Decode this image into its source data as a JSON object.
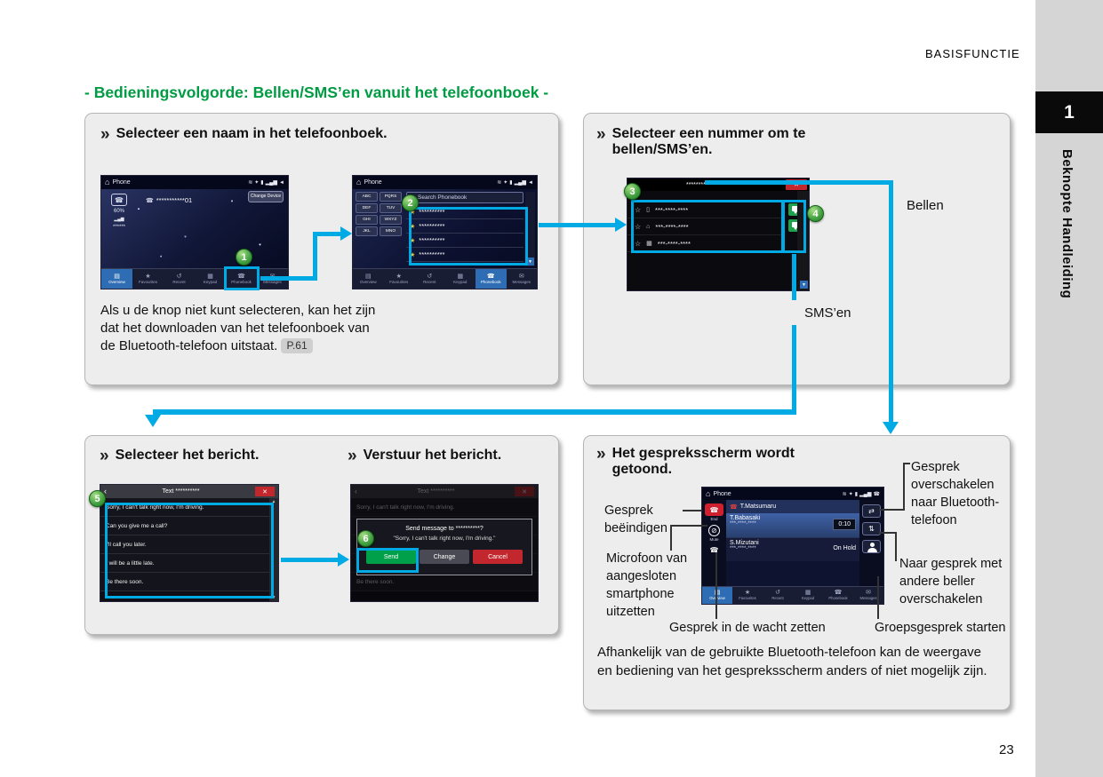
{
  "page": {
    "header_label": "BASISFUNCTIE",
    "title": "- Bedieningsvolgorde: Bellen/SMS’en vanuit het telefoonboek -",
    "page_number": "23"
  },
  "sidebar": {
    "chapter_number": "1",
    "chapter_title": "Beknopte Handleiding"
  },
  "chevron": "»",
  "steps": {
    "s1": "1",
    "s2": "2",
    "s3": "3",
    "s4": "4",
    "s5": "5",
    "s6": "6"
  },
  "colors": {
    "accent_green": "#009C43",
    "arrow_cyan": "#00ABE5",
    "badge_green": "#2E8B2E",
    "panel_gray": "#EDEDED"
  },
  "tabs": {
    "labels": [
      "Overview",
      "Favourites",
      "Recent",
      "Keypad",
      "Phonebook",
      "Messages"
    ]
  },
  "icons": {
    "home": "⌂",
    "wifi": "≋",
    "bluetooth": "✦",
    "battery": "▮",
    "signal": "▂▄▆",
    "volume": "◄",
    "handset": "☎",
    "star": "★",
    "star_outline": "☆",
    "back": "‹",
    "close": "✕",
    "mobile": "▯",
    "house": "⌂",
    "office": "▦",
    "mute": "⊘",
    "transfer": "⇄",
    "swap": "⇅",
    "arrow_down": "▼",
    "arrow_up": "▲",
    "tab_icons": [
      "▤",
      "★",
      "↺",
      "▦",
      "☎",
      "✉"
    ]
  },
  "panel1": {
    "heading": "Selecteer een naam in het telefoonboek.",
    "note": "Als u de knop niet kunt selecteren, kan het zijn dat het downloaden van het telefoonboek van de Bluetooth-telefoon uitstaat.",
    "note_ref": "P.61"
  },
  "screen_overview": {
    "title": "Phone",
    "device_number": "***********01",
    "change_device_button": "Change Device",
    "battery_level": "60%",
    "network_name": "******"
  },
  "screen_phonebook": {
    "title": "Phone",
    "search_placeholder": "Search Phonebook",
    "keys": [
      "ABC",
      "PQRS",
      "DEF",
      "TUV",
      "GHI",
      "WXYZ",
      "JKL",
      "MNO"
    ],
    "entries": [
      "**********",
      "**********",
      "**********",
      "**********"
    ]
  },
  "panel2": {
    "heading": "Selecteer een nummer om te bellen/SMS’en.",
    "call_label": "Bellen",
    "sms_label": "SMS’en"
  },
  "screen_contact": {
    "title": "*********",
    "numbers": [
      "***-****-****",
      "***-****-****",
      "***-****-****"
    ]
  },
  "panel3": {
    "heading_select": "Selecteer het bericht.",
    "heading_send": "Verstuur het bericht."
  },
  "screen_messages": {
    "title": "Text **********",
    "items": [
      "Sorry, I can't talk right now, I'm driving.",
      "Can you give me a call?",
      "I'll call you later.",
      "I will be a little late.",
      "Be there soon."
    ]
  },
  "screen_send": {
    "title": "Text **********",
    "dialog_title": "Send message to **********?",
    "dialog_message": "\"Sorry, I can't talk right now, I'm driving.\"",
    "send_button": "Send",
    "change_button": "Change",
    "cancel_button": "Cancel"
  },
  "panel4": {
    "heading": "Het gespreksscherm wordt getoond.",
    "note": "Afhankelijk van de gebruikte Bluetooth-telefoon kan de weergave en bediening van het gespreksscherm anders of niet mogelijk zijn.",
    "callouts": {
      "transfer_bt": "Gesprek overschakelen naar Bluetooth-telefoon",
      "end_call": "Gesprek beëindigen",
      "mute": "Microfoon van aangesloten smartphone uitzetten",
      "swap": "Naar gesprek met andere beller overschakelen",
      "hold": "Gesprek in de wacht zetten",
      "group": "Groepsgesprek starten"
    }
  },
  "screen_call": {
    "title": "Phone",
    "end_label": "End",
    "mute_label": "Mute",
    "callers": [
      {
        "name": "T.Matsumaru",
        "number": "",
        "status": ""
      },
      {
        "name": "T.Babasaki",
        "number": "***-****-****",
        "status": "0:10"
      },
      {
        "name": "S.Mizutani",
        "number": "***-****-****",
        "status": "On Hold"
      }
    ]
  }
}
